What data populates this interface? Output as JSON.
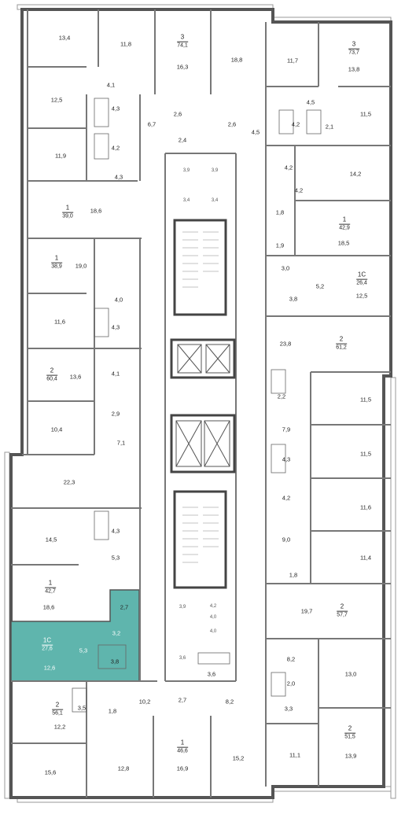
{
  "highlight_color": "#5fb5ad",
  "apartments": [
    {
      "type": "3",
      "area": "74,1"
    },
    {
      "type": "3",
      "area": "73,7"
    },
    {
      "type": "1",
      "area": "39,0"
    },
    {
      "type": "1",
      "area": "42,9"
    },
    {
      "type": "1",
      "area": "38,9"
    },
    {
      "type": "1С",
      "area": "26,4"
    },
    {
      "type": "2",
      "area": "61,2"
    },
    {
      "type": "2",
      "area": "60,4"
    },
    {
      "type": "2",
      "area": "57,7"
    },
    {
      "type": "1",
      "area": "42,7"
    },
    {
      "type": "1С",
      "area": "27,6"
    },
    {
      "type": "2",
      "area": "56,1"
    },
    {
      "type": "1",
      "area": "46,6"
    },
    {
      "type": "2",
      "area": "51,5"
    }
  ],
  "rooms": [
    "13,4",
    "11,8",
    "16,3",
    "18,8",
    "11,7",
    "13,8",
    "4,1",
    "12,5",
    "4,3",
    "2,6",
    "2,6",
    "4,5",
    "4,2",
    "2,1",
    "11,5",
    "6,7",
    "4,2",
    "2,4",
    "4,5",
    "11,9",
    "4,3",
    "3,9",
    "3,9",
    "4,2",
    "14,2",
    "3,4",
    "3,4",
    "4,2",
    "18,6",
    "1,8",
    "18,5",
    "1,9",
    "19,0",
    "3,0",
    "5,2",
    "4,0",
    "3,8",
    "12,5",
    "11,6",
    "4,3",
    "23,8",
    "4,1",
    "13,6",
    "2,2",
    "11,5",
    "2,9",
    "10,4",
    "7,1",
    "7,9",
    "11,5",
    "22,3",
    "4,3",
    "4,2",
    "11,6",
    "14,5",
    "4,3",
    "9,0",
    "5,3",
    "11,4",
    "1,8",
    "18,6",
    "2,7",
    "3,9",
    "4,2",
    "19,7",
    "4,0",
    "4,0",
    "3,2",
    "5,3",
    "3,8",
    "12,6",
    "3,6",
    "3,6",
    "8,2",
    "2,0",
    "13,0",
    "3,3",
    "3,5",
    "1,8",
    "10,2",
    "2,7",
    "8,2",
    "12,2",
    "11,1",
    "13,9",
    "15,6",
    "12,8",
    "16,9",
    "15,2"
  ]
}
